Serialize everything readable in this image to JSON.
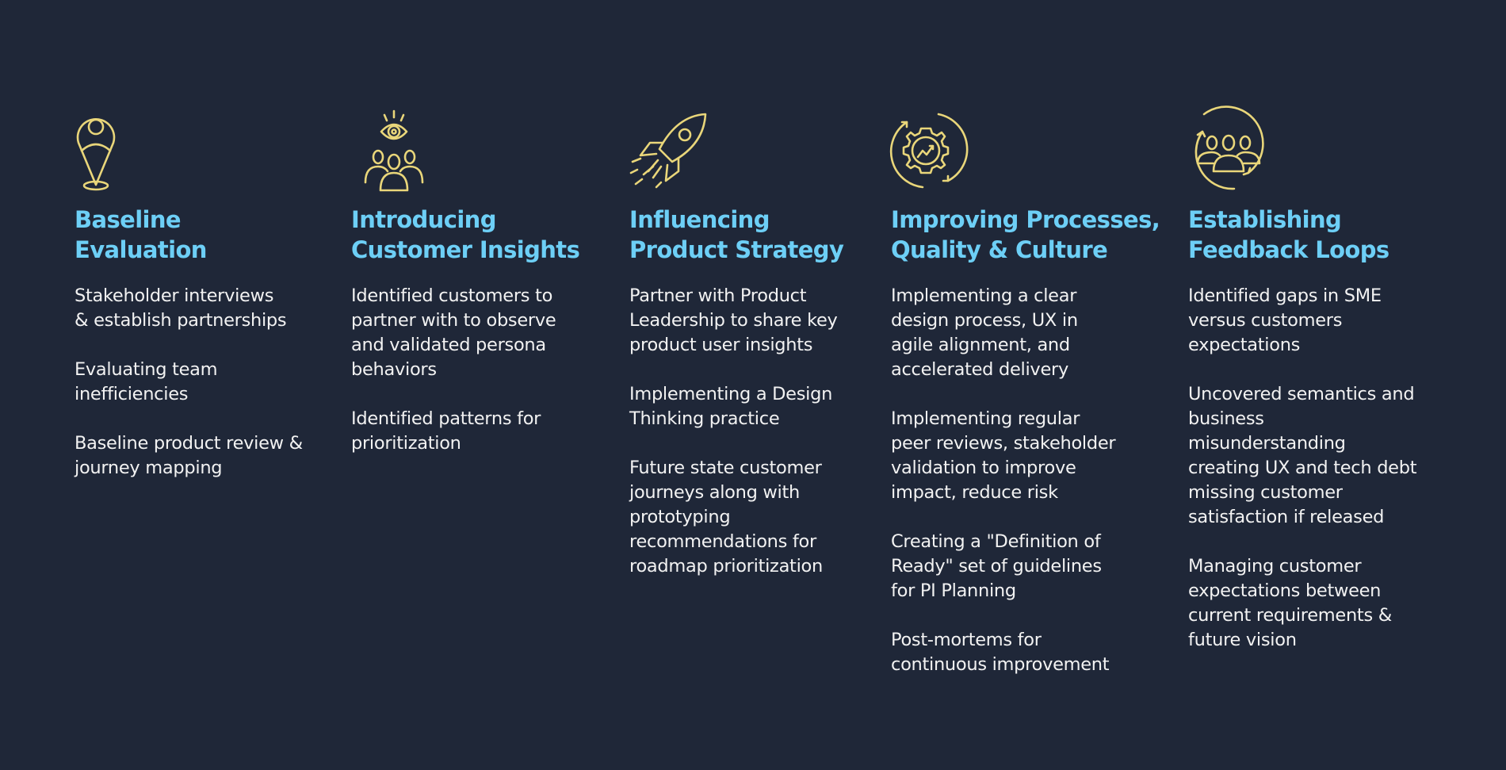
{
  "colors": {
    "background": "#1f2738",
    "heading": "#6dcff6",
    "icon": "#e9d67a",
    "text": "#f2f2f2"
  },
  "columns": [
    {
      "icon": "location-person-pin-icon",
      "title": "Baseline\nEvaluation",
      "items": [
        "Stakeholder interviews\n& establish partnerships",
        "Evaluating team\ninefficiencies",
        "Baseline product review &\njourney mapping"
      ]
    },
    {
      "icon": "eye-group-icon",
      "title": "Introducing\nCustomer Insights",
      "items": [
        "Identified customers to\npartner with to observe\nand validated persona\nbehaviors",
        "Identified patterns for\nprioritization"
      ]
    },
    {
      "icon": "rocket-icon",
      "title": "Influencing\nProduct Strategy",
      "items": [
        "Partner with Product\nLeadership to share key\nproduct user insights",
        "Implementing a Design\nThinking practice",
        "Future state customer\njourneys along with\nprototyping\nrecommendations for\nroadmap prioritization"
      ]
    },
    {
      "icon": "gear-cycle-growth-icon",
      "title": "Improving Processes,\nQuality & Culture",
      "items": [
        "Implementing a clear\ndesign process, UX in\nagile alignment, and\naccelerated delivery",
        "Implementing regular\npeer reviews, stakeholder\nvalidation to improve\nimpact, reduce risk",
        "Creating a \"Definition of\nReady\" set of guidelines\nfor PI Planning",
        "Post-mortems for\ncontinuous improvement"
      ]
    },
    {
      "icon": "group-cycle-icon",
      "title": "Establishing\nFeedback Loops",
      "items": [
        "Identified gaps in SME\nversus customers\nexpectations",
        "Uncovered semantics and\nbusiness\nmisunderstanding\ncreating UX and tech debt\nmissing customer\nsatisfaction if released",
        "Managing customer\nexpectations between\ncurrent requirements &\nfuture vision"
      ]
    }
  ]
}
